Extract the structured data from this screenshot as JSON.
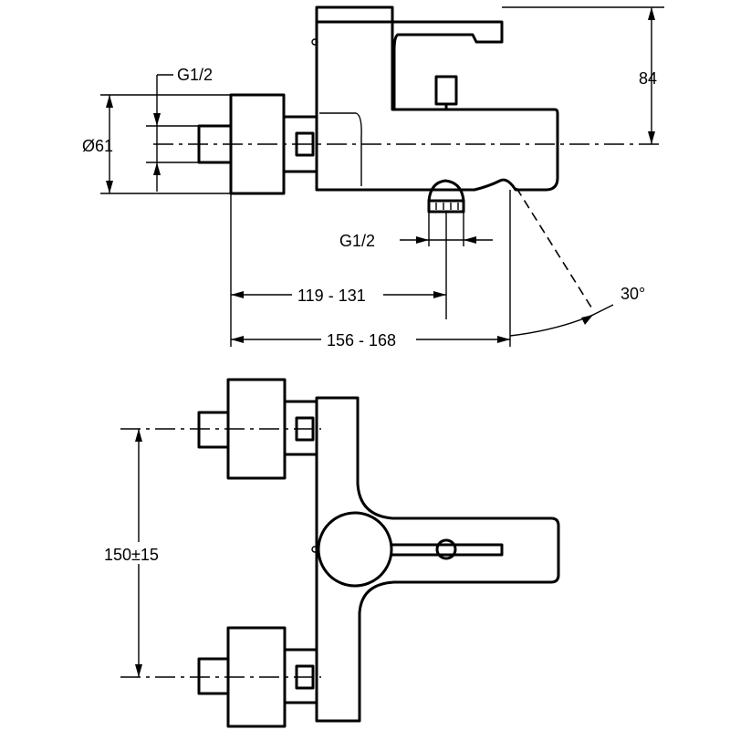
{
  "dimensions": {
    "inlet_thread_top": "G1/2",
    "diameter": "Ø61",
    "height_to_centerline": "84",
    "outlet_thread": "G1/2",
    "spout_distance_short": "119 - 131",
    "spout_distance_long": "156 - 168",
    "spout_angle": "30°",
    "inlet_spacing": "150±15"
  }
}
